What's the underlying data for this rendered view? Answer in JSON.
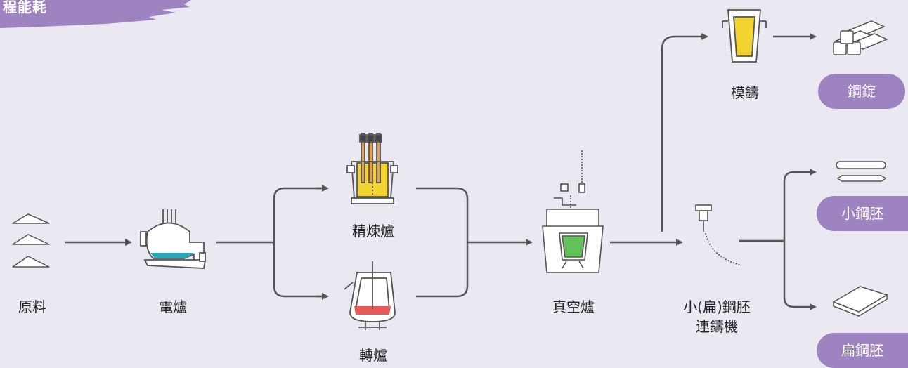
{
  "banner": {
    "text": "程能耗"
  },
  "colors": {
    "background": "#eae8f1",
    "accent_purple": "#9d84c0",
    "arrow": "#555555",
    "ladle_teal": "#2aa8b8",
    "mold_yellow": "#f2d330",
    "melt_green": "#62c35a",
    "melt_red": "#e85a5a"
  },
  "stages": {
    "raw_material": "原料",
    "eaf": "電爐",
    "refining": "精煉爐",
    "converter": "轉爐",
    "vacuum": "真空爐",
    "mold_casting": "模鑄",
    "continuous_casting_line1": "小(扁)鋼胚",
    "continuous_casting_line2": "連鑄機"
  },
  "products": {
    "ingot": "鋼錠",
    "billet": "小鋼胚",
    "slab": "扁鋼胚"
  }
}
